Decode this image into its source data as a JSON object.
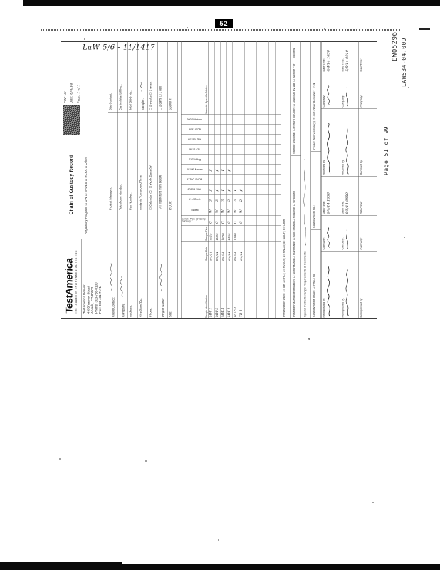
{
  "scan": {
    "stamp": "52",
    "margin": {
      "doc_id": "EW05296",
      "control_no": "LAW534-04.009",
      "page_footer": "Page 51 of 99"
    }
  },
  "form": {
    "logo_wordmark": "TestAmerica",
    "logo_tagline": "THE LEADER IN ENVIRONMENTAL TESTING",
    "title": "Chain of Custody Record",
    "address": {
      "l1": "TestAmerica Denver",
      "l2": "4955 Yarrow Street",
      "l3": "Arvada, CO 80002",
      "l4": "Phone: 303-736-0100",
      "l5": "Fax: 303-431-7171"
    },
    "side_annotation": "LaW 5/6 - 11/1417",
    "regulatory": "Regulatory Program:   ☐ DW   ☐ NPDES   ☐ RCRA   ☐ Other:",
    "header_fields": {
      "coc_no": "COC No:",
      "date_label": "Date:",
      "date_value": "6/4/14",
      "page_label": "Page:",
      "page_value": "1 of 1"
    },
    "info": {
      "r1l": "Client Contact:",
      "r1m": "Project Manager:",
      "r1r": "Site Contact:",
      "r2l": "Company:",
      "r2m": "Telephone Number:",
      "r2r": "Carrier/Waybill No.:",
      "r3l": "Address:",
      "r3m": "Fax Number:",
      "r3r": "Job / SDG No.:",
      "r4l": "City/State/Zip:",
      "r4m": "Analysis Turnaround Time",
      "r4r": "Sampler:",
      "r5l": "Phone:",
      "r5m": "☐ Calendar (C)    ☐ Work Days (W)",
      "r5r": "☐ 2 weeks    ☐ 1 week",
      "r6l": "Project Name:",
      "r6m": "TAT if different from below ______",
      "r6r": "☐ 2 days    ☐ 1 day",
      "r7l": "Site:",
      "r7m": "P.O. #:",
      "r7r": "SSOW #:"
    },
    "table": {
      "col_id": "Sample Identification",
      "col_date": "Sample Date",
      "col_time": "Sample Time",
      "col_type": "Sample Type (C=Comp, G=Grab)",
      "col_matrix": "Matrix",
      "col_cont": "# of Cont.",
      "analysis": [
        "8260B VOA",
        "8270C SVOA",
        "6010B Metals",
        "7470A Hg",
        "9012 CN",
        "8015B TPH",
        "8082 PCB",
        "300.0 Anions"
      ],
      "col_notes": "Sample Specific Notes:",
      "x": "✗",
      "rows": [
        {
          "id": "MW-1",
          "date": "6/4/14",
          "time": "0915",
          "type": "G",
          "matrix": "W",
          "cont": "3"
        },
        {
          "id": "MW-2",
          "date": "6/4/14",
          "time": "1005",
          "type": "G",
          "matrix": "W",
          "cont": "3"
        },
        {
          "id": "MW-3",
          "date": "6/4/14",
          "time": "1050",
          "type": "G",
          "matrix": "W",
          "cont": "3"
        },
        {
          "id": "MW-4",
          "date": "6/4/14",
          "time": "1135",
          "type": "G",
          "matrix": "W",
          "cont": "3"
        },
        {
          "id": "DUP-1",
          "date": "6/4/14",
          "time": "1140",
          "type": "G",
          "matrix": "W",
          "cont": "3"
        },
        {
          "id": "TB-1",
          "date": "6/4/14",
          "time": "",
          "type": "G",
          "matrix": "W",
          "cont": "2"
        }
      ]
    },
    "preservation": "Preservation Used:  1= Ice,  2= HCl;  3= H2SO4;  4= HNO3;  5= NaOH;  6= Other",
    "hazard": "Possible Hazard Identification:  ☐ Non-Hazard  ☐ Flammable  ☐ Skin Irritant  ☐ Poison B  ☐ Unknown",
    "disposal": "Sample Disposal:  ☐ Return To Client  ☐ Disposal By Lab  ☐ Archive For ___ Months",
    "special": "Special Instructions/QC Requirements & Comments:",
    "custody": {
      "seals": "Custody Seals Intact:   ☐ Yes   ☐ No",
      "seal_no": "Custody Seal No.:",
      "cooler": "Cooler Temperature(s) °C and Other Remarks:",
      "temp_value": "2.4"
    },
    "sig": {
      "rel": "Relinquished by:",
      "comp": "Company:",
      "dt": "Date/Time:",
      "rec": "Received by:",
      "r1_dt_rel": "6/4/14 1630",
      "r1_dt_rec": "6/4/14 1630",
      "r2_dt_rel": "6/5/14 0850",
      "r2_dt_rec": "6/5/14 0910"
    }
  }
}
